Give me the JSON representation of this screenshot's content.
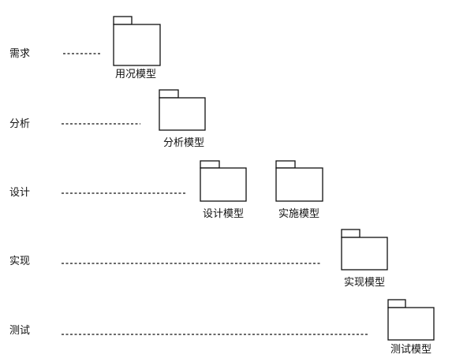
{
  "phases": [
    {
      "id": "requirements",
      "label": "需求"
    },
    {
      "id": "analysis",
      "label": "分析"
    },
    {
      "id": "design",
      "label": "设计"
    },
    {
      "id": "implementation",
      "label": "实现"
    },
    {
      "id": "testing",
      "label": "测试"
    }
  ],
  "models": [
    {
      "id": "use-case-model",
      "label": "用况模型"
    },
    {
      "id": "analysis-model",
      "label": "分析模型"
    },
    {
      "id": "design-model",
      "label": "设计模型"
    },
    {
      "id": "deployment-model",
      "label": "实施模型"
    },
    {
      "id": "implementation-model",
      "label": "实现模型"
    },
    {
      "id": "test-model",
      "label": "测试模型"
    }
  ],
  "colors": {
    "stroke": "#111111",
    "background": "#ffffff"
  }
}
